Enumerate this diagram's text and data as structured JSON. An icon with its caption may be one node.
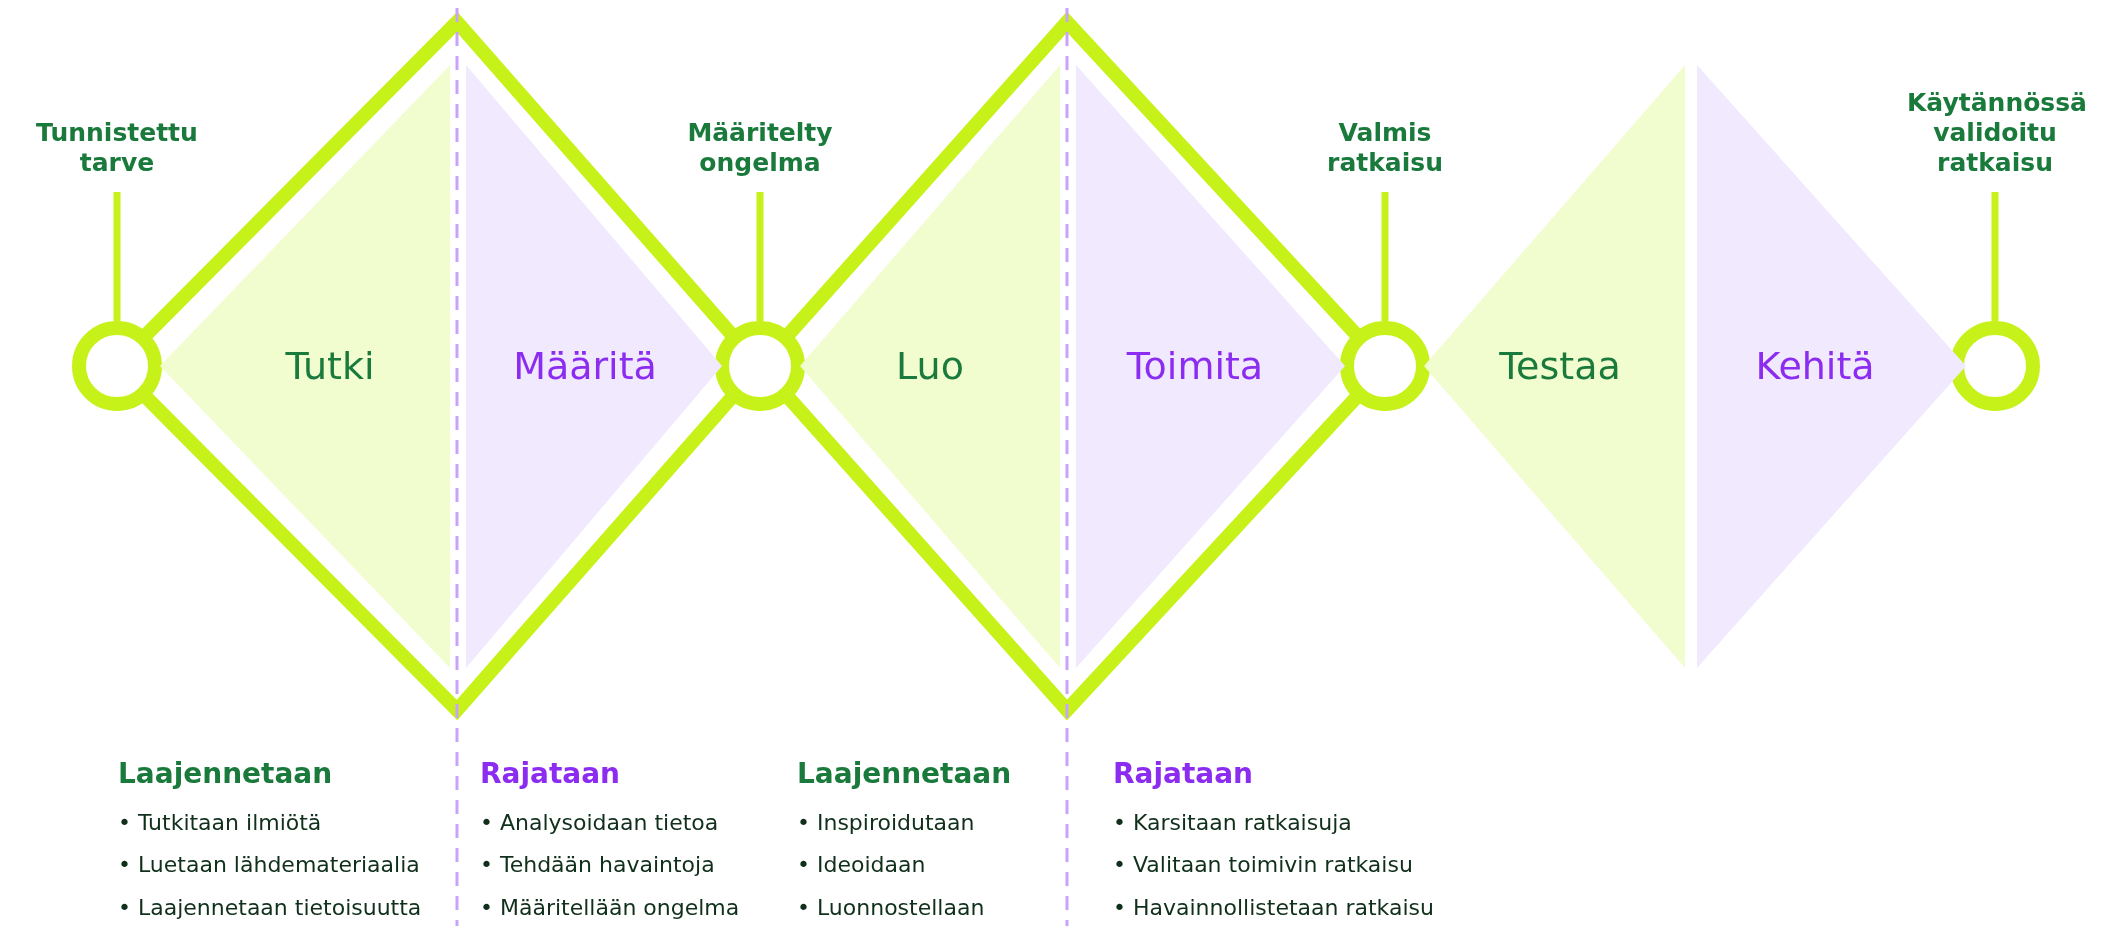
{
  "diagram": {
    "nodes": [
      {
        "text": [
          "Tunnistettu tarve"
        ]
      },
      {
        "text": [
          "Määritelty ongelma"
        ]
      },
      {
        "text": [
          "Valmis ratkaisu"
        ]
      },
      {
        "text": [
          "Käytännössä validoitu ratkaisu"
        ]
      },
      {
        "text": [],
        "shape": "circle"
      },
      {
        "text": [],
        "shape": "circle"
      },
      {
        "text": [],
        "shape": "circle"
      },
      {
        "text": [],
        "shape": "circle"
      },
      {
        "text": [
          "Tutki"
        ]
      },
      {
        "text": [
          "Määritä"
        ]
      },
      {
        "text": [
          "Luo"
        ]
      },
      {
        "text": [
          "Toimita"
        ]
      },
      {
        "text": [
          "Testaa"
        ]
      },
      {
        "text": [
          "Kehitä"
        ]
      }
    ],
    "edges": [
      {
        "from": 0,
        "to": 4,
        "arrow": "none"
      },
      {
        "from": 1,
        "to": 5,
        "arrow": "none"
      },
      {
        "from": 2,
        "to": 6,
        "arrow": "none"
      },
      {
        "from": 3,
        "to": 7,
        "arrow": "none"
      }
    ],
    "labels": [
      "Laajennetaan",
      "• Tutkitaan ilmiötä",
      "• Luetaan lähdemateriaalia",
      "• Laajennetaan tietoisuutta",
      "Rajataan",
      "• Analysoidaan tietoa",
      "• Tehdään havaintoja",
      "• Määritellään ongelma",
      "Laajennetaan",
      "• Inspiroidutaan",
      "• Ideoidaan",
      "• Luonnostellaan",
      "Rajataan",
      "• Karsitaan ratkaisuja",
      "• Valitaan toimivin ratkaisu",
      "• Havainnollistetaan ratkaisu"
    ]
  }
}
